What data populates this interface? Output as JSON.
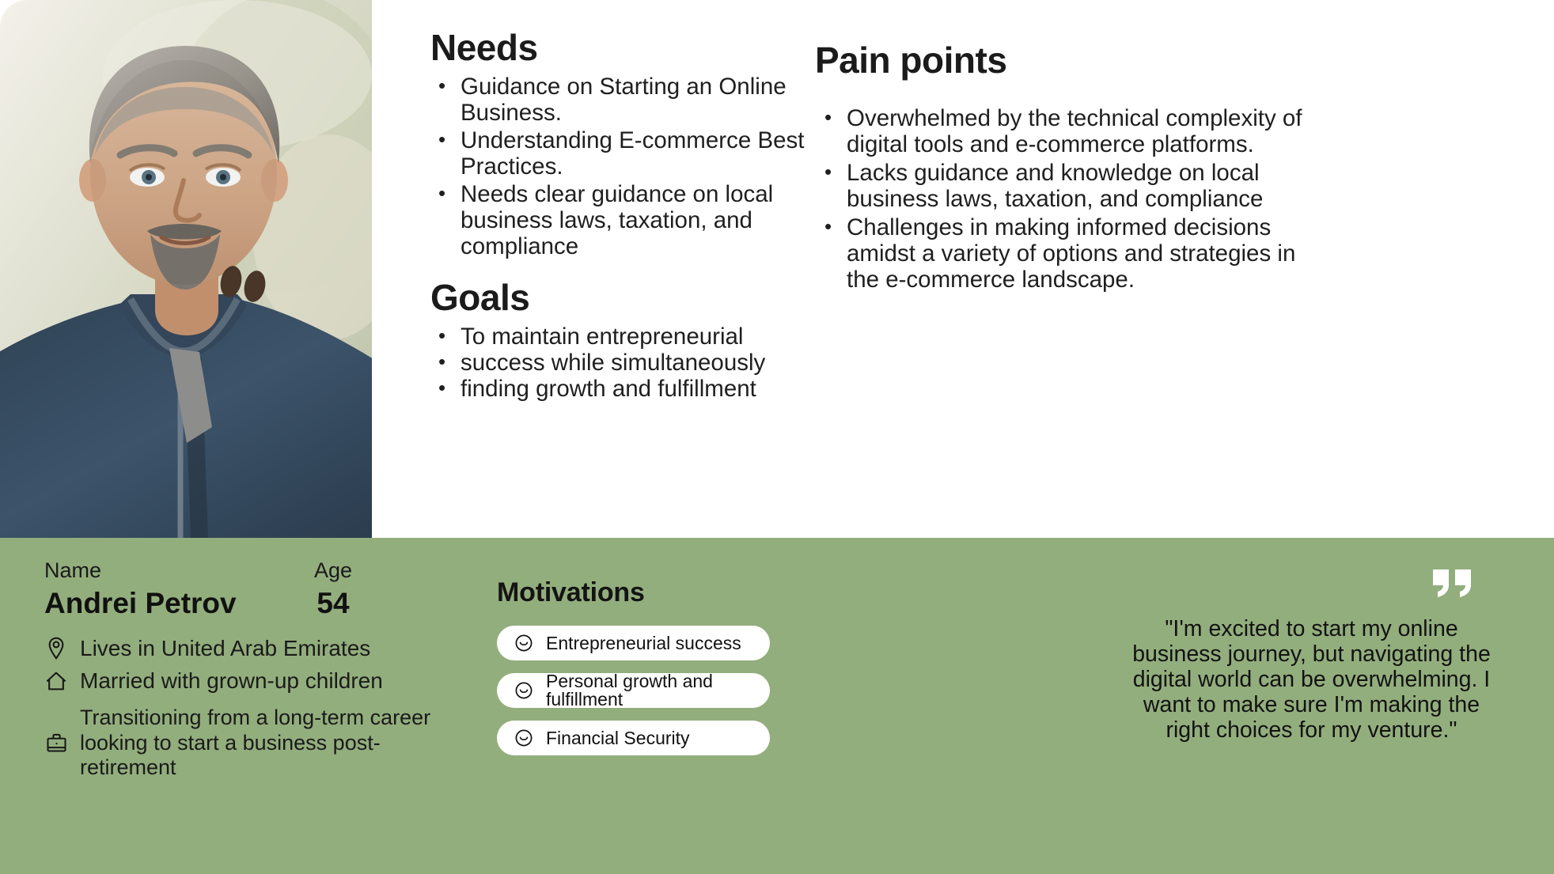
{
  "card": {
    "background": "#ffffff",
    "band_color": "#93ae7d"
  },
  "portrait": {
    "alt": "Portrait of middle-aged man with grey hair and goatee wearing a navy blue quarter-zip sweater"
  },
  "needs": {
    "title": "Needs",
    "items": [
      "Guidance on Starting an Online Business.",
      "Understanding E-commerce Best Practices.",
      "Needs clear guidance on local business laws, taxation, and compliance"
    ]
  },
  "goals": {
    "title": "Goals",
    "items": [
      "To maintain entrepreneurial",
      "success while simultaneously",
      "finding growth and fulfillment"
    ]
  },
  "pain_points": {
    "title": "Pain points",
    "items": [
      "Overwhelmed by the technical complexity of digital tools and e-commerce platforms.",
      "Lacks guidance and knowledge on local business laws, taxation, and compliance",
      " Challenges in making informed decisions amidst a variety  of options and strategies in the e-commerce landscape."
    ]
  },
  "profile": {
    "name_label": "Name",
    "name_value": "Andrei Petrov",
    "age_label": "Age",
    "age_value": "54",
    "facts": [
      {
        "icon": "location-pin-icon",
        "text": "Lives in United Arab Emirates"
      },
      {
        "icon": "home-icon",
        "text": "Married with grown-up children"
      },
      {
        "icon": "briefcase-icon",
        "text": "Transitioning from a long-term career looking to start a business post-retirement"
      }
    ]
  },
  "motivations": {
    "title": "Motivations",
    "items": [
      {
        "icon": "smiley-icon",
        "label": "Entrepreneurial success"
      },
      {
        "icon": "smiley-icon",
        "label": "Personal growth and fulfillment"
      },
      {
        "icon": "smiley-icon",
        "label": "Financial Security"
      }
    ]
  },
  "quote": {
    "icon": "quote-mark-icon",
    "text": "\"I'm excited to start my online business journey, but navigating the digital world can be overwhelming. I want to make sure I'm making the right choices for my venture.\""
  }
}
